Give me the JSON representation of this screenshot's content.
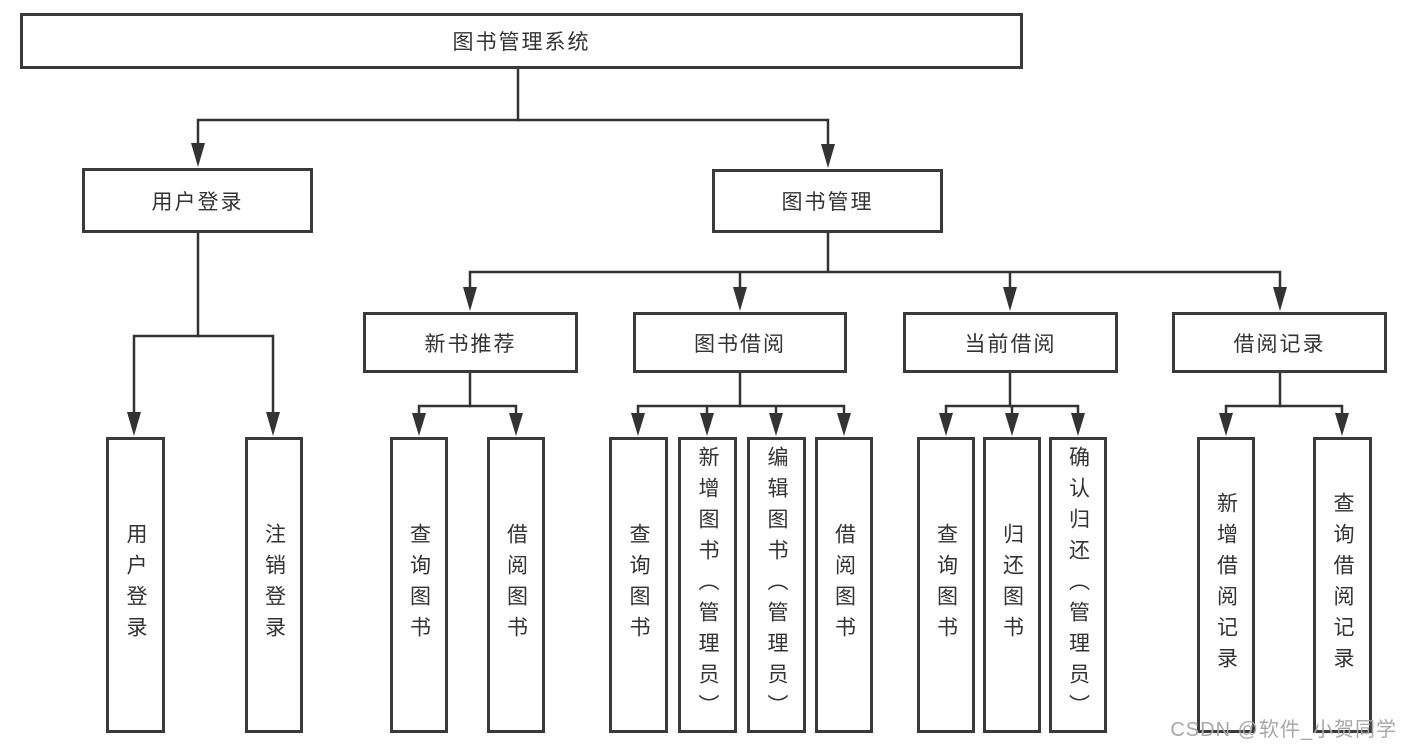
{
  "diagram": {
    "root": {
      "label": "图书管理系统",
      "children": [
        {
          "label": "用户登录",
          "children": [
            {
              "label": "用户登录"
            },
            {
              "label": "注销登录"
            }
          ]
        },
        {
          "label": "图书管理",
          "children": [
            {
              "label": "新书推荐",
              "children": [
                {
                  "label": "查询图书"
                },
                {
                  "label": "借阅图书"
                }
              ]
            },
            {
              "label": "图书借阅",
              "children": [
                {
                  "label": "查询图书"
                },
                {
                  "label": "新增图书（管理员）"
                },
                {
                  "label": "编辑图书（管理员）"
                },
                {
                  "label": "借阅图书"
                }
              ]
            },
            {
              "label": "当前借阅",
              "children": [
                {
                  "label": "查询图书"
                },
                {
                  "label": "归还图书"
                },
                {
                  "label": "确认归还（管理员）"
                }
              ]
            },
            {
              "label": "借阅记录",
              "children": [
                {
                  "label": "新增借阅记录"
                },
                {
                  "label": "查询借阅记录"
                }
              ]
            }
          ]
        }
      ]
    }
  },
  "watermark": {
    "text": "CSDN @软件_小贺同学"
  },
  "colors": {
    "line": "#333333",
    "box_border": "#3a3a3a",
    "text": "#333333",
    "watermark": "#a8a8a8",
    "background": "#ffffff"
  }
}
